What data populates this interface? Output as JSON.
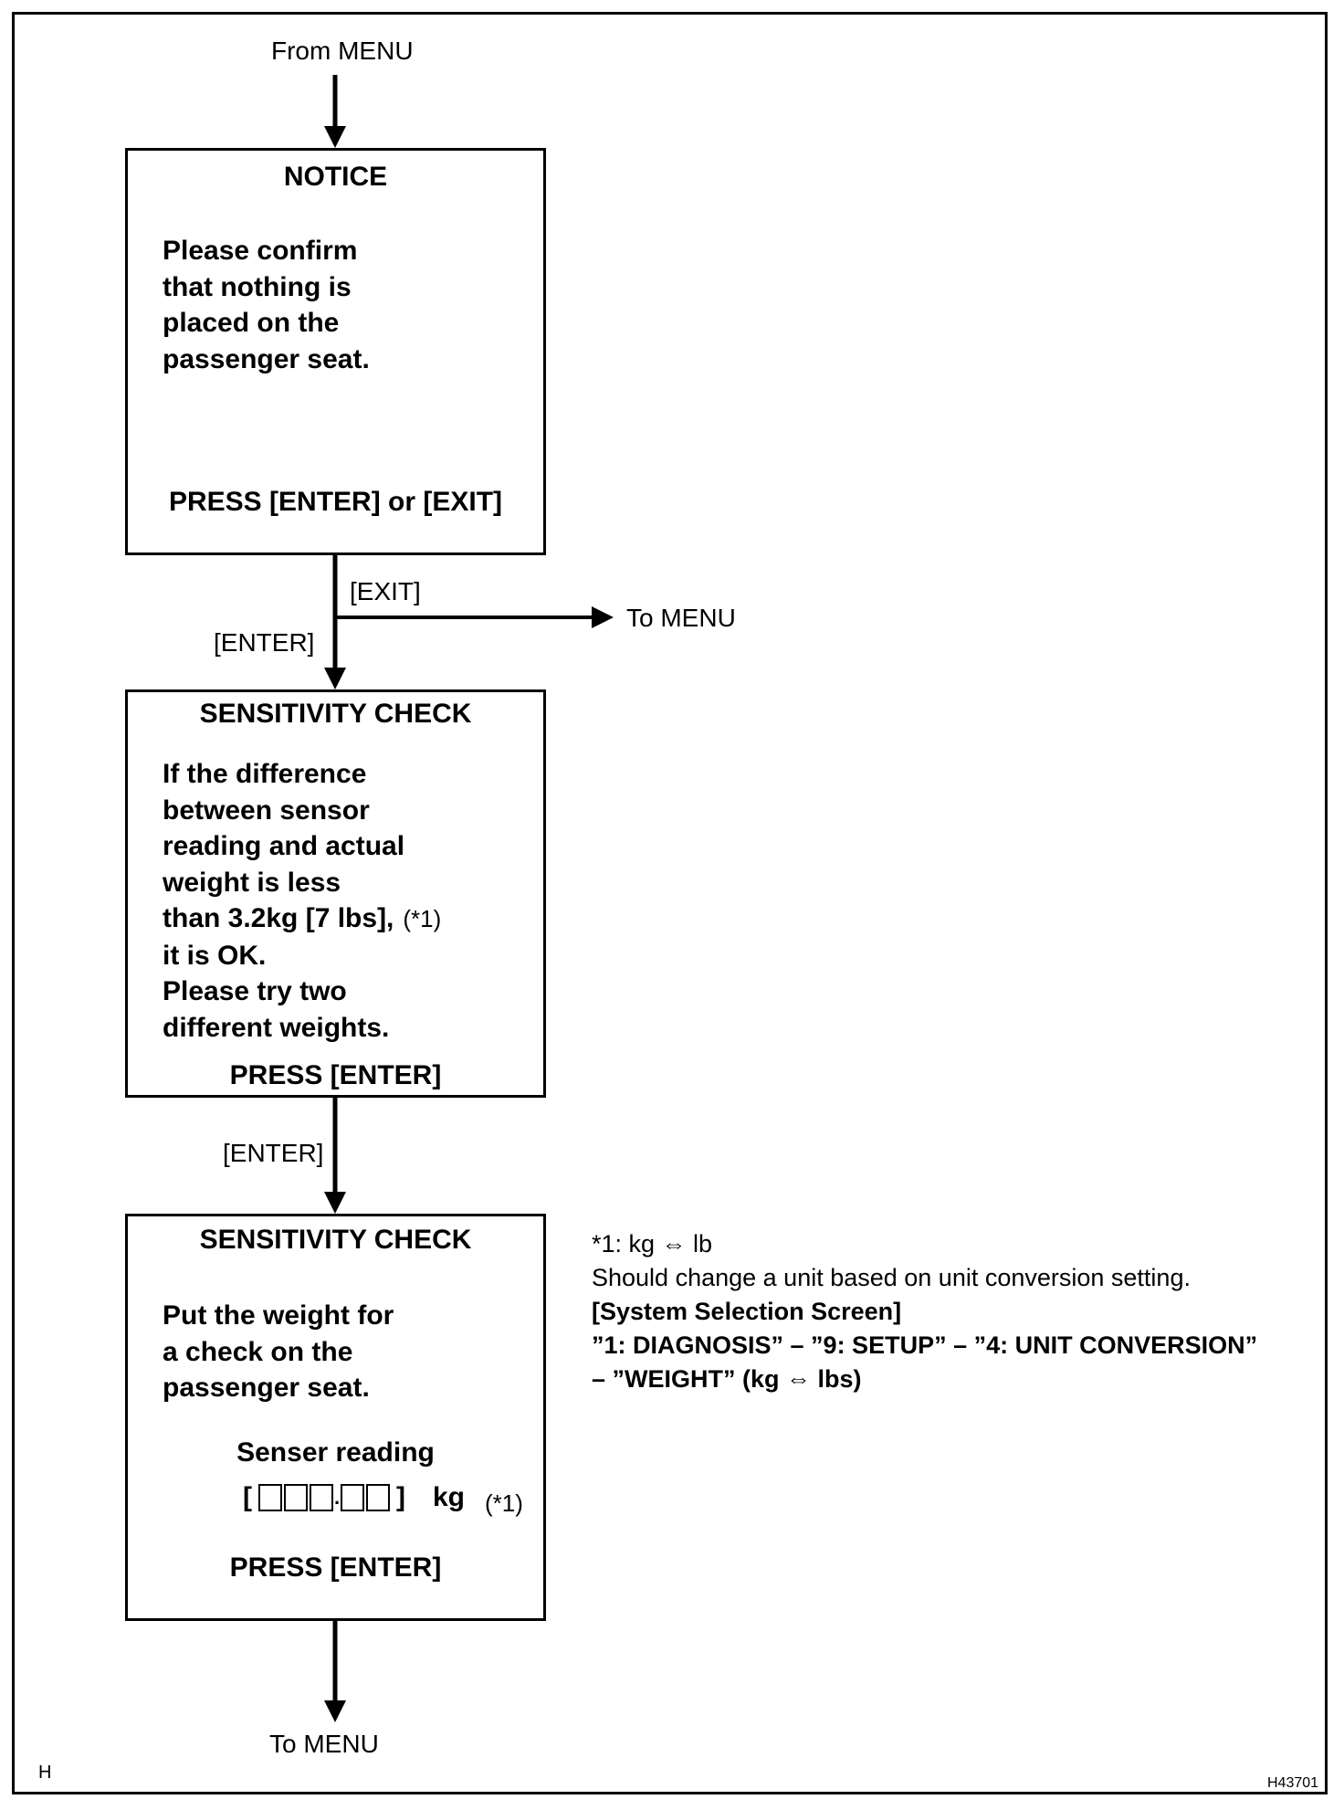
{
  "flow": {
    "from_menu": "From MENU",
    "exit_label": "[EXIT]",
    "to_menu_right": "To MENU",
    "enter_label_1": "[ENTER]",
    "enter_label_2": "[ENTER]",
    "to_menu_bottom": "To MENU"
  },
  "notice_box": {
    "title": "NOTICE",
    "lines": [
      "Please confirm",
      "that nothing is",
      "placed on the",
      "passenger seat."
    ],
    "press": "PRESS [ENTER] or [EXIT]"
  },
  "sensitivity_box_1": {
    "title": "SENSITIVITY CHECK",
    "lines": [
      "If the difference",
      "between sensor",
      "reading and actual",
      "weight is less",
      "than 3.2kg [7 lbs],",
      "it is OK.",
      "Please try two",
      "different weights."
    ],
    "note_ref": "(*1)",
    "press": "PRESS [ENTER]"
  },
  "sensitivity_box_2": {
    "title": "SENSITIVITY CHECK",
    "lines": [
      "Put the weight for",
      "a check on the",
      "passenger seat."
    ],
    "reading_label": "Senser reading",
    "bracket_open": "[",
    "bracket_close": "]",
    "unit": "kg",
    "note_ref": "(*1)",
    "press": "PRESS [ENTER]"
  },
  "footnote": {
    "line1": "*1: kg ⇔ lb",
    "line2": "Should change a unit based on unit conversion setting.",
    "line3": "[System Selection Screen]",
    "line4": "”1: DIAGNOSIS” – ”9: SETUP” – ”4: UNIT CONVERSION”",
    "line5": "– ”WEIGHT” (kg ⇔ lbs)"
  },
  "corner": {
    "left": "H",
    "right": "H43701"
  }
}
